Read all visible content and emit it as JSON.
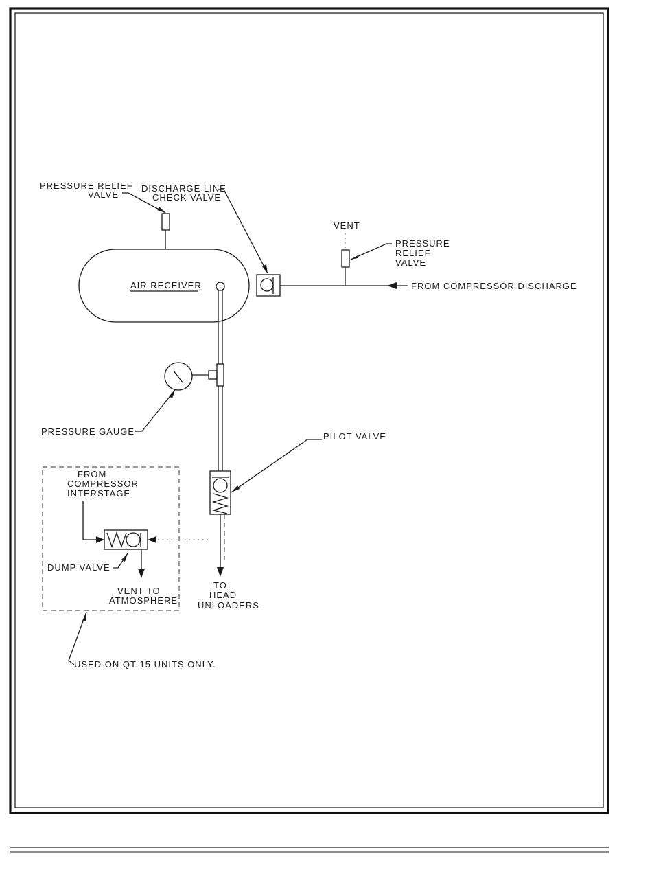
{
  "labels": {
    "pressure_relief_valve_top_line1": "PRESSURE RELIEF",
    "pressure_relief_valve_top_line2": "VALVE",
    "discharge_check_line1": "DISCHARGE LINE",
    "discharge_check_line2": "CHECK VALVE",
    "vent": "VENT",
    "pressure_relief_right_line1": "PRESSURE",
    "pressure_relief_right_line2": "RELIEF",
    "pressure_relief_right_line3": "VALVE",
    "air_receiver": "AIR RECEIVER",
    "from_compressor_discharge": "FROM COMPRESSOR DISCHARGE",
    "pressure_gauge": "PRESSURE GAUGE",
    "pilot_valve": "PILOT VALVE",
    "from_interstage_line1": "FROM",
    "from_interstage_line2": "COMPRESSOR",
    "from_interstage_line3": "INTERSTAGE",
    "dump_valve": "DUMP VALVE",
    "vent_to_atmosphere_line1": "VENT TO",
    "vent_to_atmosphere_line2": "ATMOSPHERE",
    "to_head_unloaders_line1": "TO",
    "to_head_unloaders_line2": "HEAD",
    "to_head_unloaders_line3": "UNLOADERS",
    "used_on_note": "USED ON QT-15 UNITS ONLY."
  }
}
